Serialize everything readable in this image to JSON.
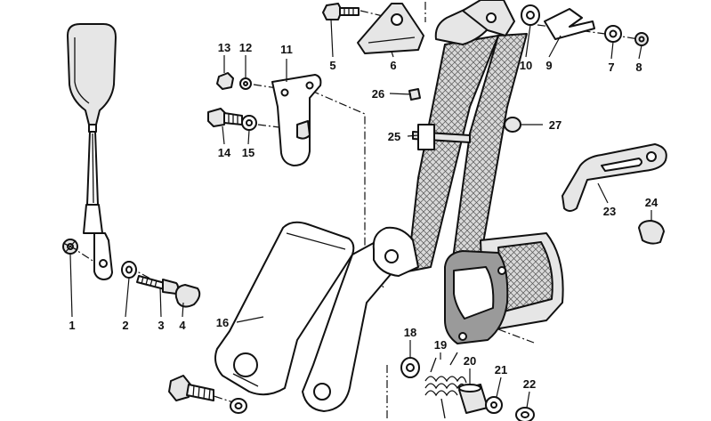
{
  "callouts": [
    {
      "id": "c1",
      "text": "1"
    },
    {
      "id": "c2",
      "text": "2"
    },
    {
      "id": "c3",
      "text": "3"
    },
    {
      "id": "c4",
      "text": "4"
    },
    {
      "id": "c5",
      "text": "5"
    },
    {
      "id": "c6",
      "text": "6"
    },
    {
      "id": "c7",
      "text": "7"
    },
    {
      "id": "c8",
      "text": "8"
    },
    {
      "id": "c9",
      "text": "9"
    },
    {
      "id": "c10",
      "text": "10"
    },
    {
      "id": "c11",
      "text": "11"
    },
    {
      "id": "c12",
      "text": "12"
    },
    {
      "id": "c13",
      "text": "13"
    },
    {
      "id": "c14",
      "text": "14"
    },
    {
      "id": "c15",
      "text": "15"
    },
    {
      "id": "c16",
      "text": "16"
    },
    {
      "id": "c18",
      "text": "18"
    },
    {
      "id": "c19",
      "text": "19"
    },
    {
      "id": "c20",
      "text": "20"
    },
    {
      "id": "c21",
      "text": "21"
    },
    {
      "id": "c22",
      "text": "22"
    },
    {
      "id": "c23",
      "text": "23"
    },
    {
      "id": "c24",
      "text": "24"
    },
    {
      "id": "c25",
      "text": "25"
    },
    {
      "id": "c26",
      "text": "26"
    },
    {
      "id": "c27",
      "text": "27"
    }
  ]
}
